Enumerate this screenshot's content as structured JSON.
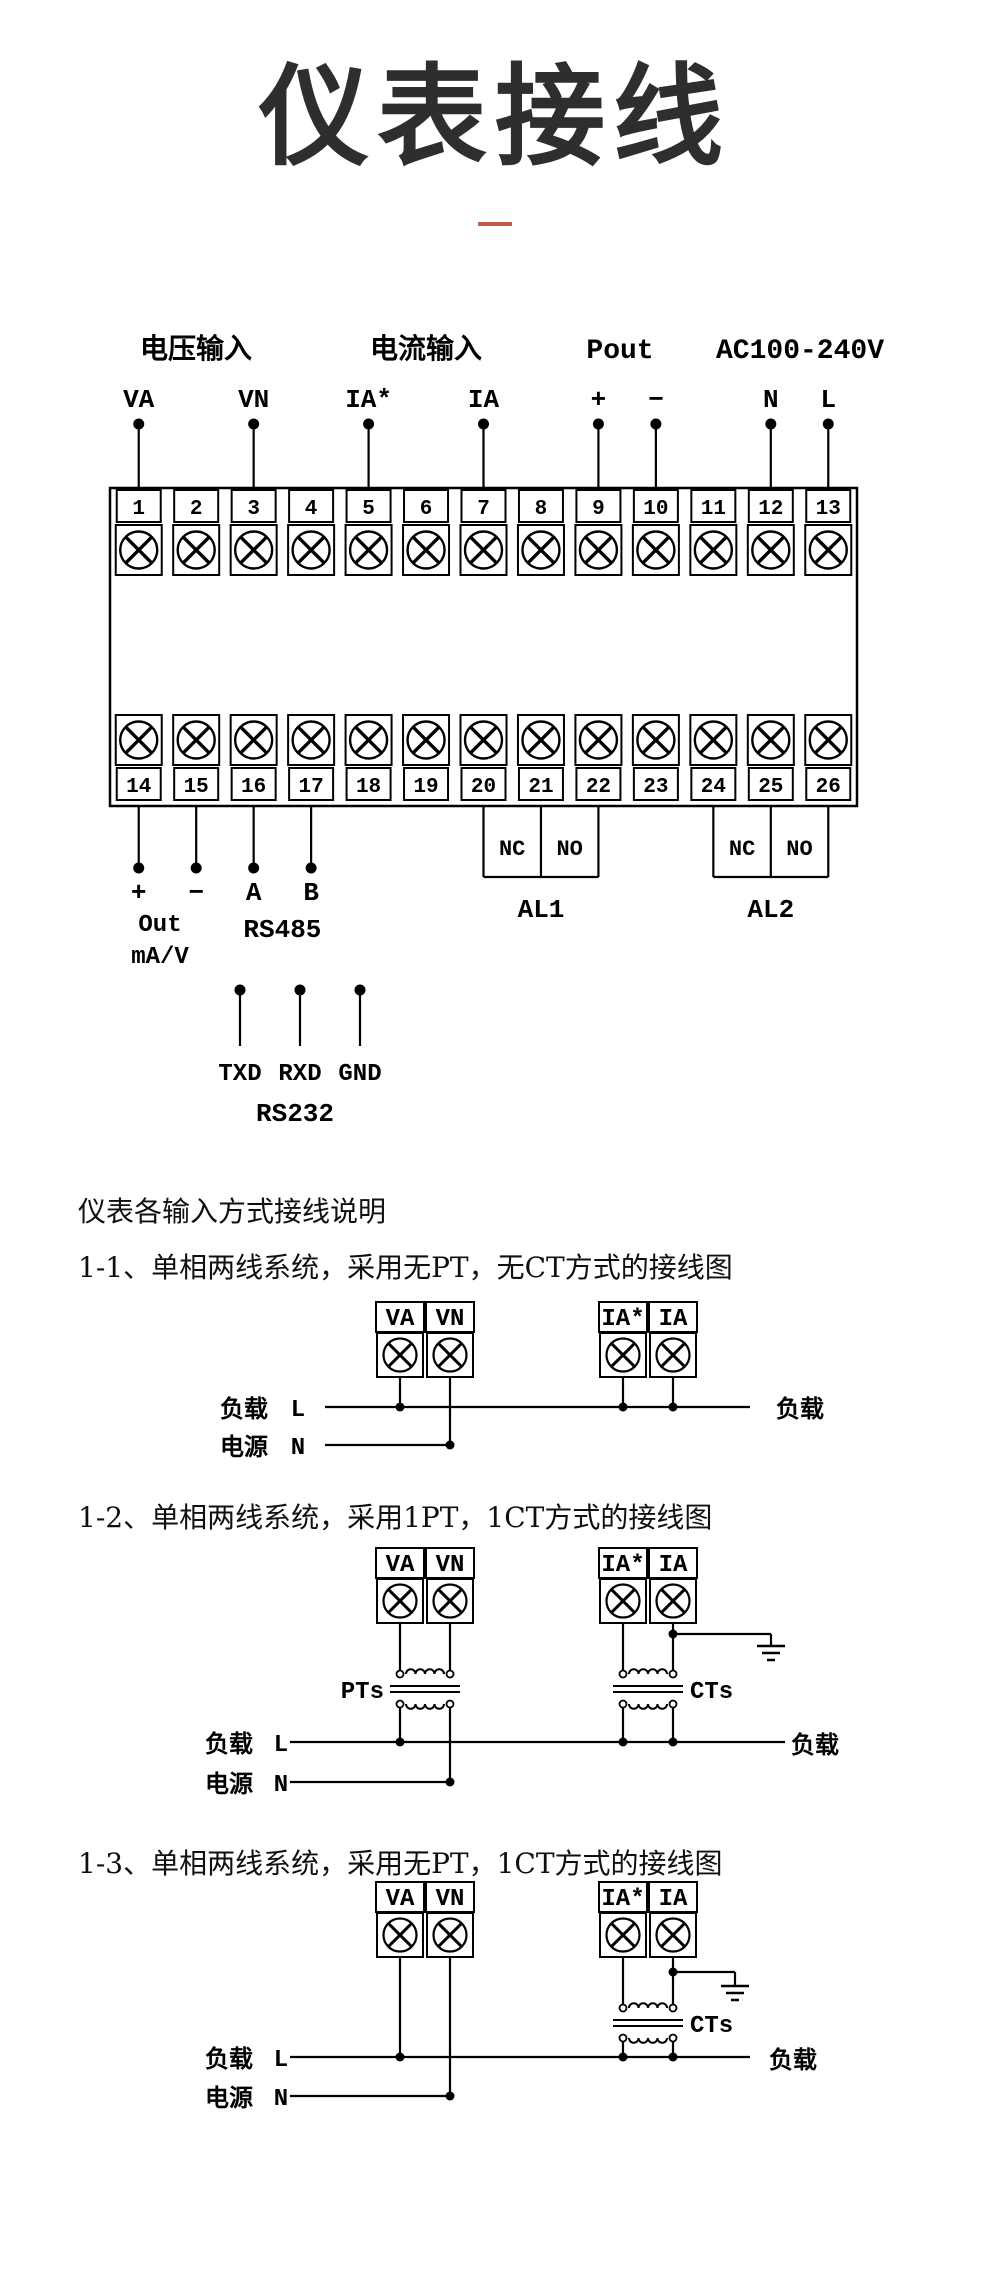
{
  "page": {
    "title": "仪表接线"
  },
  "main": {
    "groups": {
      "voltage": "电压输入",
      "current": "电流输入",
      "pout": "Pout",
      "power": "AC100-240V"
    },
    "pins_top": [
      "VA",
      "VN",
      "IA*",
      "IA",
      "+",
      "−",
      "N",
      "L"
    ],
    "numbers_top": [
      "1",
      "2",
      "3",
      "4",
      "5",
      "6",
      "7",
      "8",
      "9",
      "10",
      "11",
      "12",
      "13"
    ],
    "numbers_bottom": [
      "14",
      "15",
      "16",
      "17",
      "18",
      "19",
      "20",
      "21",
      "22",
      "23",
      "24",
      "25",
      "26"
    ],
    "pins_bottom": [
      "+",
      "−",
      "A",
      "B"
    ],
    "out": {
      "label": "Out",
      "unit": "mA/V"
    },
    "rs485": "RS485",
    "al1": {
      "nc": "NC",
      "no": "NO",
      "name": "AL1"
    },
    "al2": {
      "nc": "NC",
      "no": "NO",
      "name": "AL2"
    },
    "rs232": {
      "pins": [
        "TXD",
        "RXD",
        "GND"
      ],
      "name": "RS232"
    }
  },
  "sections": {
    "intro": "仪表各输入方式接线说明",
    "s11": "1-1、单相两线系统，采用无PT，无CT方式的接线图",
    "s12": "1-2、单相两线系统，采用1PT，1CT方式的接线图",
    "s13": "1-3、单相两线系统，采用无PT，1CT方式的接线图"
  },
  "wiring": {
    "va": "VA",
    "vn": "VN",
    "ia_star": "IA*",
    "ia": "IA",
    "load": "负载",
    "source": "电源",
    "line": "L",
    "neutral": "N",
    "load_right": "负载",
    "pts": "PTs",
    "cts": "CTs"
  },
  "colors": {
    "accent": "#c45a48",
    "ink": "#000000",
    "title": "#2e2e2e"
  }
}
